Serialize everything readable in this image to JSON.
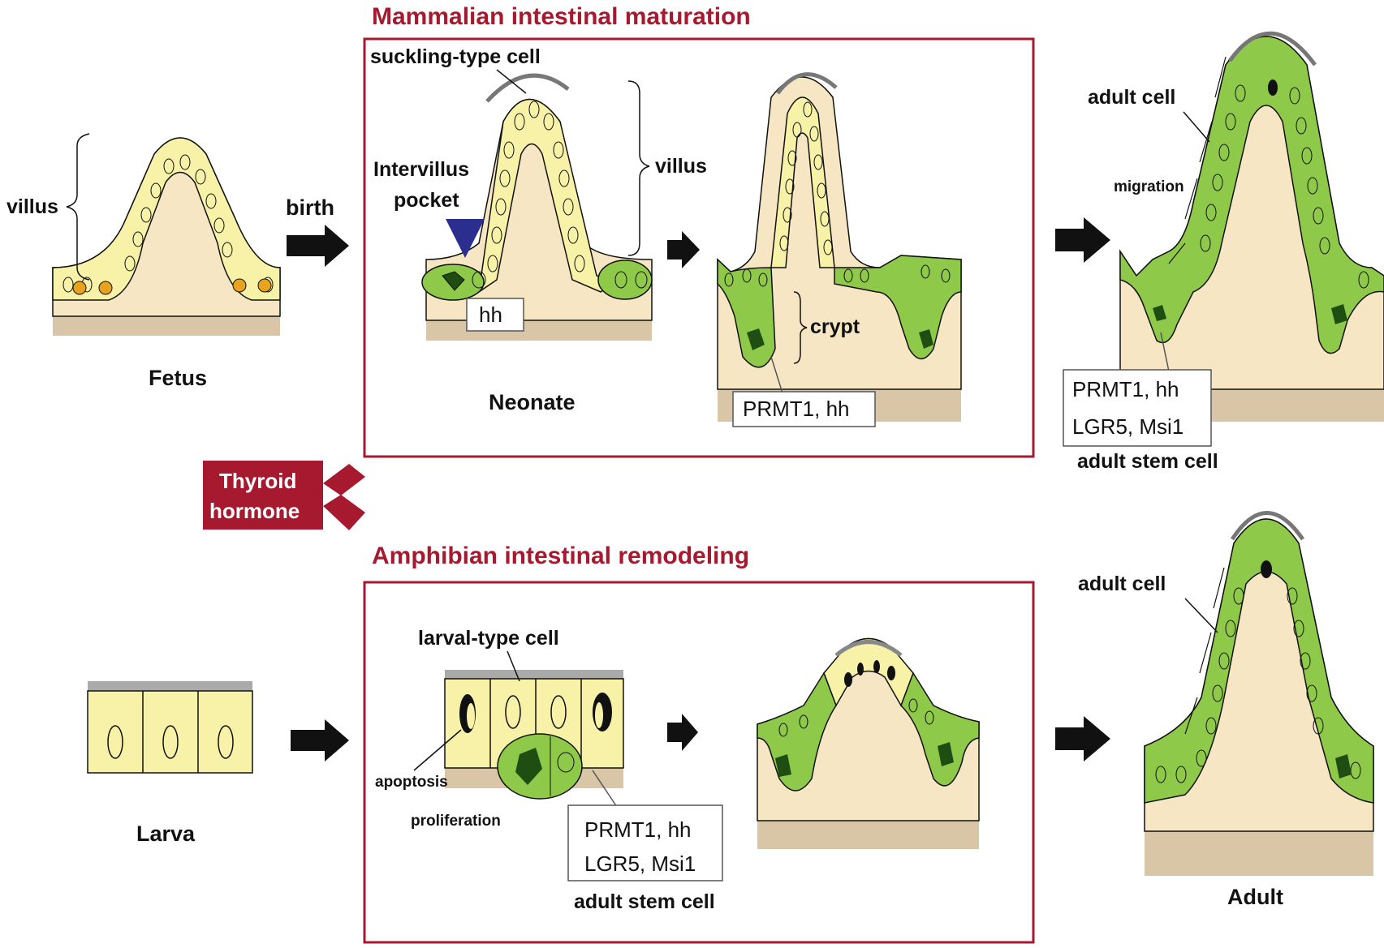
{
  "colors": {
    "accent": "#a6192e",
    "larval_cell": "#f7f2a8",
    "adult_cell": "#8fc94a",
    "tissue": "#f6e6c4",
    "base": "#d9c6a6",
    "arrow": "#111111",
    "pointer": "#2b2d8f"
  },
  "titles": {
    "mammalian": "Mammalian intestinal maturation",
    "amphibian": "Amphibian intestinal remodeling"
  },
  "mammalian": {
    "fetus": {
      "label": "Fetus",
      "villus": "villus"
    },
    "birth": "birth",
    "neonate": {
      "label": "Neonate",
      "suckling": "suckling-type cell",
      "intervillus_1": "Intervillus",
      "intervillus_2": "pocket",
      "villus": "villus",
      "hh": "hh"
    },
    "crypt_stage": {
      "crypt": "crypt",
      "markers": "PRMT1, hh"
    },
    "adult": {
      "adult_cell": "adult cell",
      "migration": "migration",
      "markers_1": "PRMT1, hh",
      "markers_2": "LGR5, Msi1",
      "stem": "adult stem cell"
    }
  },
  "hormone": {
    "line1": "Thyroid",
    "line2": "hormone"
  },
  "amphibian": {
    "larva": {
      "label": "Larva"
    },
    "remodel": {
      "larval_cell": "larval-type cell",
      "apoptosis": "apoptosis",
      "proliferation": "proliferation",
      "markers_1": "PRMT1, hh",
      "markers_2": "LGR5, Msi1",
      "stem": "adult stem cell"
    },
    "adult": {
      "adult_cell": "adult   cell",
      "label": "Adult"
    }
  }
}
